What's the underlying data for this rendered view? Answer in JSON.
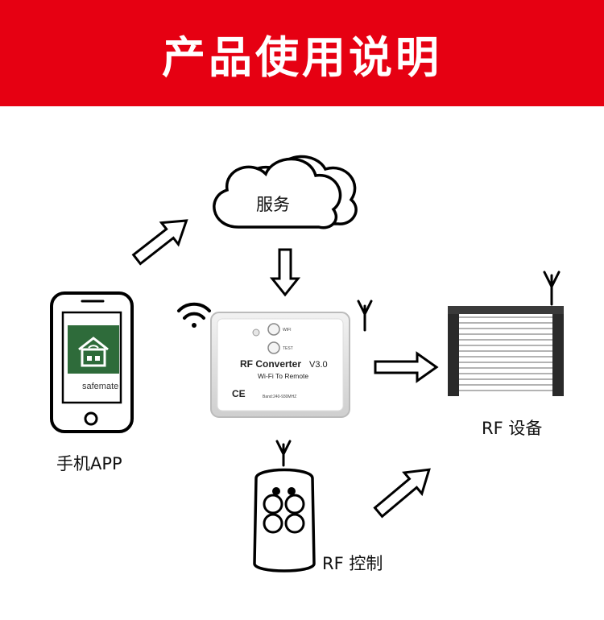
{
  "header": {
    "title": "产品使用说明"
  },
  "nodes": {
    "cloud": {
      "label": "服务"
    },
    "phone": {
      "label": "手机APP",
      "app_name": "safemate"
    },
    "converter": {
      "title": "RF Converter",
      "version": "V3.0",
      "subtitle": "Wi-Fi To Remote",
      "led_wifi": "WIFI",
      "led_test": "TEST",
      "ce_mark": "CE",
      "band": "Band:240-930MHZ"
    },
    "rf_device": {
      "label": "RF 设备"
    },
    "rf_remote": {
      "label": "RF 控制"
    }
  },
  "colors": {
    "banner": "#e60012",
    "app_tile": "#2e6b3a",
    "shutter_frame": "#2a2a2a"
  }
}
